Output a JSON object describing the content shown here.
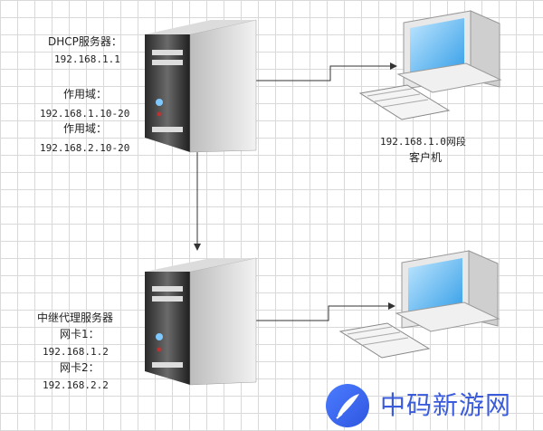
{
  "dhcp_server": {
    "title": "DHCP服务器：",
    "ip": "192.168.1.1",
    "scope_label_1": "作用域：",
    "scope_range_1": "192.168.1.10-20",
    "scope_label_2": "作用域：",
    "scope_range_2": "192.168.2.10-20"
  },
  "client": {
    "network": "192.168.1.0网段",
    "label": "客户机"
  },
  "relay_server": {
    "title": "中继代理服务器",
    "nic1_label": "网卡1：",
    "nic1_ip": "192.168.1.2",
    "nic2_label": "网卡2：",
    "nic2_ip": "192.168.2.2"
  },
  "watermark": {
    "text": "中码新游网"
  }
}
